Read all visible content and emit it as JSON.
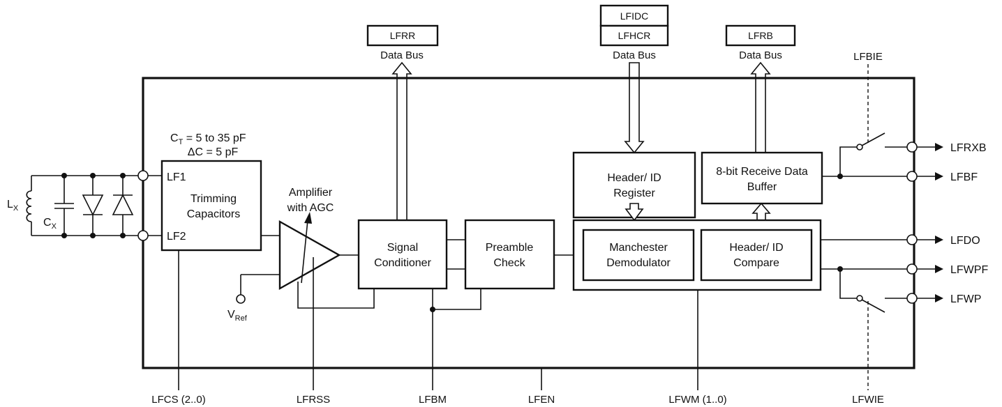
{
  "registers": {
    "lfrr": "LFRR",
    "lfidc": "LFIDC",
    "lfhcr": "LFHCR",
    "lfrb": "LFRB"
  },
  "bus_labels": {
    "bus1": "Data Bus",
    "bus2": "Data Bus",
    "bus3": "Data Bus"
  },
  "cap_spec": {
    "ct_main": "C",
    "ct_sub": "T",
    "ct_rest": " = 5 to 35 pF",
    "dc": "ΔC = 5 pF"
  },
  "components": {
    "lx_main": "L",
    "lx_sub": "X",
    "cx_main": "C",
    "cx_sub": "X",
    "vref_main": "V",
    "vref_sub": "Ref"
  },
  "blocks": {
    "trimming": {
      "pin1": "LF1",
      "pin2": "LF2",
      "line1": "Trimming",
      "line2": "Capacitors"
    },
    "amplifier": {
      "line1": "Amplifier",
      "line2": "with AGC"
    },
    "signal_conditioner": {
      "line1": "Signal",
      "line2": "Conditioner"
    },
    "preamble_check": {
      "line1": "Preamble",
      "line2": "Check"
    },
    "header_id_register": {
      "line1": "Header/ ID",
      "line2": "Register"
    },
    "receive_buffer": {
      "line1": "8-bit Receive Data",
      "line2": "Buffer"
    },
    "manchester_demodulator": {
      "line1": "Manchester",
      "line2": "Demodulator"
    },
    "header_id_compare": {
      "line1": "Header/ ID",
      "line2": "Compare"
    }
  },
  "outputs": [
    "LFRXB",
    "LFBF",
    "LFDO",
    "LFWPF",
    "LFWP"
  ],
  "bottom_signals": {
    "lfcs": "LFCS (2..0)",
    "lfrss": "LFRSS",
    "lfbm": "LFBM",
    "lfen": "LFEN",
    "lfwm": "LFWM (1..0)",
    "lfwie": "LFWIE"
  },
  "top_signals": {
    "lfbie": "LFBIE"
  }
}
